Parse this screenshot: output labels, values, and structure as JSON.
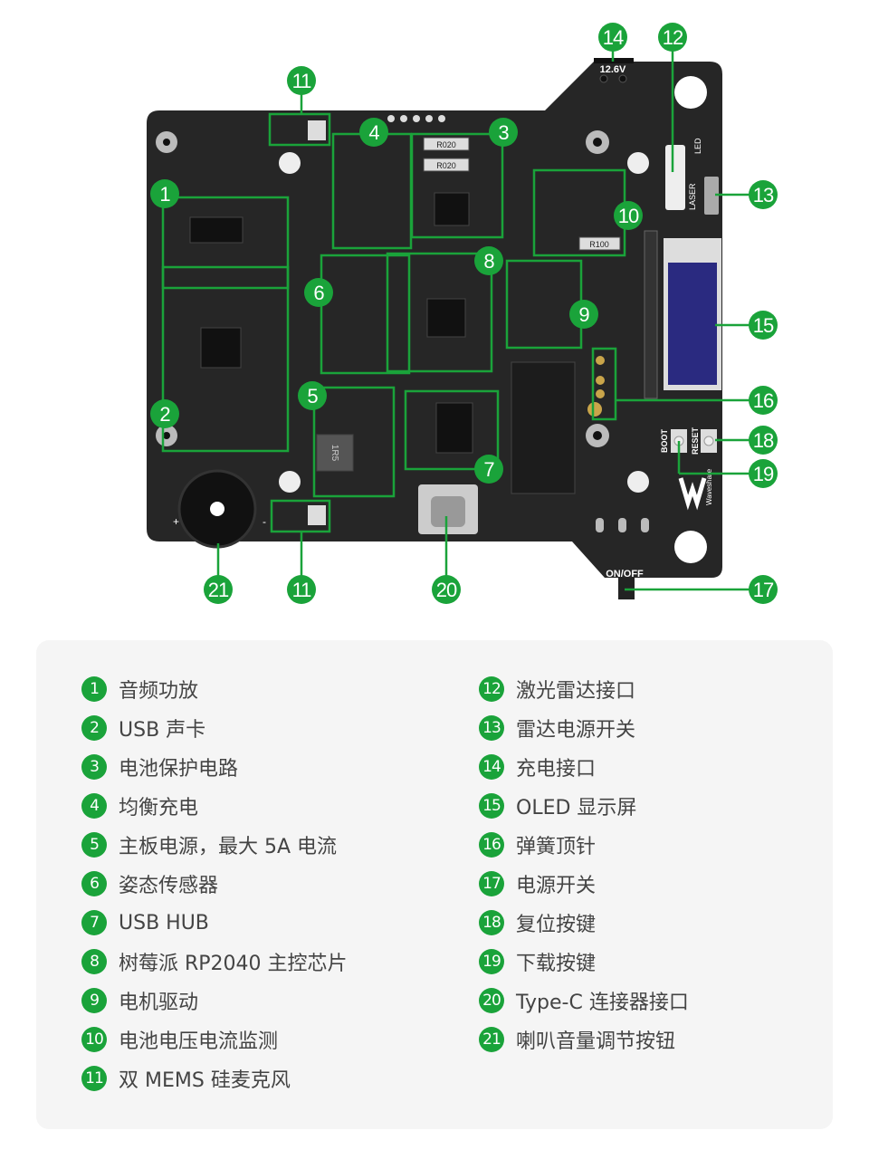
{
  "colors": {
    "accent": "#1aa33a",
    "board": "#262626",
    "panel": "#f5f5f5",
    "oled": "#2a2a80"
  },
  "board_text": {
    "charge_voltage": "12.6V",
    "led": "LED",
    "laser": "LASER",
    "boot": "BOOT",
    "reset": "RESET",
    "power": "ON/OFF",
    "brand": "Waveshare",
    "plus": "+",
    "minus": "-",
    "shunt1": "R020",
    "shunt2": "R020",
    "shunt3": "R100",
    "inductor": "1R5"
  },
  "markers": [
    "1",
    "2",
    "3",
    "4",
    "5",
    "6",
    "7",
    "8",
    "9",
    "10",
    "11",
    "11",
    "12",
    "13",
    "14",
    "15",
    "16",
    "17",
    "18",
    "19",
    "20",
    "21"
  ],
  "legend": [
    {
      "num": "1",
      "label": "音频功放"
    },
    {
      "num": "2",
      "label": "USB 声卡"
    },
    {
      "num": "3",
      "label": "电池保护电路"
    },
    {
      "num": "4",
      "label": "均衡充电"
    },
    {
      "num": "5",
      "label": "主板电源，最大 5A 电流"
    },
    {
      "num": "6",
      "label": "姿态传感器"
    },
    {
      "num": "7",
      "label": "USB HUB"
    },
    {
      "num": "8",
      "label": "树莓派 RP2040 主控芯片"
    },
    {
      "num": "9",
      "label": "电机驱动"
    },
    {
      "num": "10",
      "label": "电池电压电流监测"
    },
    {
      "num": "11",
      "label": "双 MEMS 硅麦克风"
    },
    {
      "num": "12",
      "label": "激光雷达接口"
    },
    {
      "num": "13",
      "label": "雷达电源开关"
    },
    {
      "num": "14",
      "label": "充电接口"
    },
    {
      "num": "15",
      "label": "OLED 显示屏"
    },
    {
      "num": "16",
      "label": "弹簧顶针"
    },
    {
      "num": "17",
      "label": "电源开关"
    },
    {
      "num": "18",
      "label": "复位按键"
    },
    {
      "num": "19",
      "label": "下载按键"
    },
    {
      "num": "20",
      "label": "Type-C 连接器接口"
    },
    {
      "num": "21",
      "label": "喇叭音量调节按钮"
    }
  ]
}
